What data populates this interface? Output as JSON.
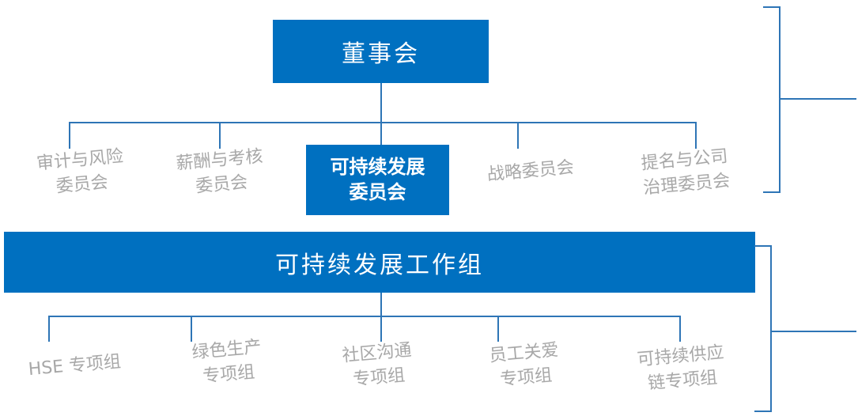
{
  "colors": {
    "primary_blue": "#0070C0",
    "connector_blue": "#2E75B6",
    "muted_gray": "#A8A8A8"
  },
  "org_chart": {
    "board": {
      "label": "董事会"
    },
    "committees": [
      {
        "label": "审计与风险\n委员会",
        "highlighted": false
      },
      {
        "label": "薪酬与考核\n委员会",
        "highlighted": false
      },
      {
        "label": "可持续发展\n委员会",
        "highlighted": true
      },
      {
        "label": "战略委员会",
        "highlighted": false
      },
      {
        "label": "提名与公司\n治理委员会",
        "highlighted": false
      }
    ],
    "working_group": {
      "label": "可持续发展工作组"
    },
    "task_forces": [
      {
        "label": "HSE 专项组"
      },
      {
        "label": "绿色生产\n专项组"
      },
      {
        "label": "社区沟通\n专项组"
      },
      {
        "label": "员工关爱\n专项组"
      },
      {
        "label": "可持续供应\n链专项组"
      }
    ]
  }
}
